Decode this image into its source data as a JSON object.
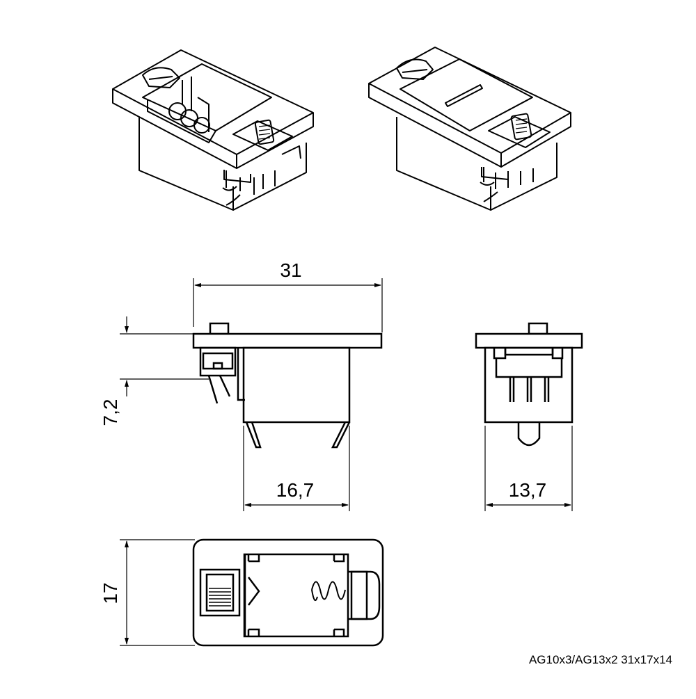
{
  "dimensions": {
    "overall_width": "31",
    "height": "7,2",
    "body_width": "16,7",
    "side_width": "13,7",
    "depth": "17"
  },
  "caption": "AG10x3/AG13x2 31x17x14",
  "colors": {
    "line": "#000000",
    "background": "#ffffff"
  }
}
